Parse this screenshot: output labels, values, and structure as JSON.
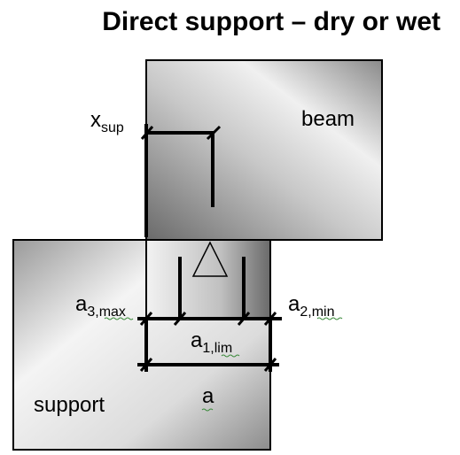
{
  "title": "Direct support – dry or wet",
  "labels": {
    "beam": "beam",
    "support": "support",
    "x_sup": {
      "main": "x",
      "sub": "sup"
    },
    "a3_max": {
      "main": "a",
      "sub": "3,max"
    },
    "a2_min": {
      "main": "a",
      "sub": "2,min"
    },
    "a1_lim": {
      "main": "a",
      "sub": "1,lim"
    },
    "a": "a"
  },
  "colors": {
    "fill_light": "#f2f2f2",
    "fill_dark": "#6e6e6e",
    "line": "#000000",
    "spellcheck": "#3a8a3a"
  }
}
